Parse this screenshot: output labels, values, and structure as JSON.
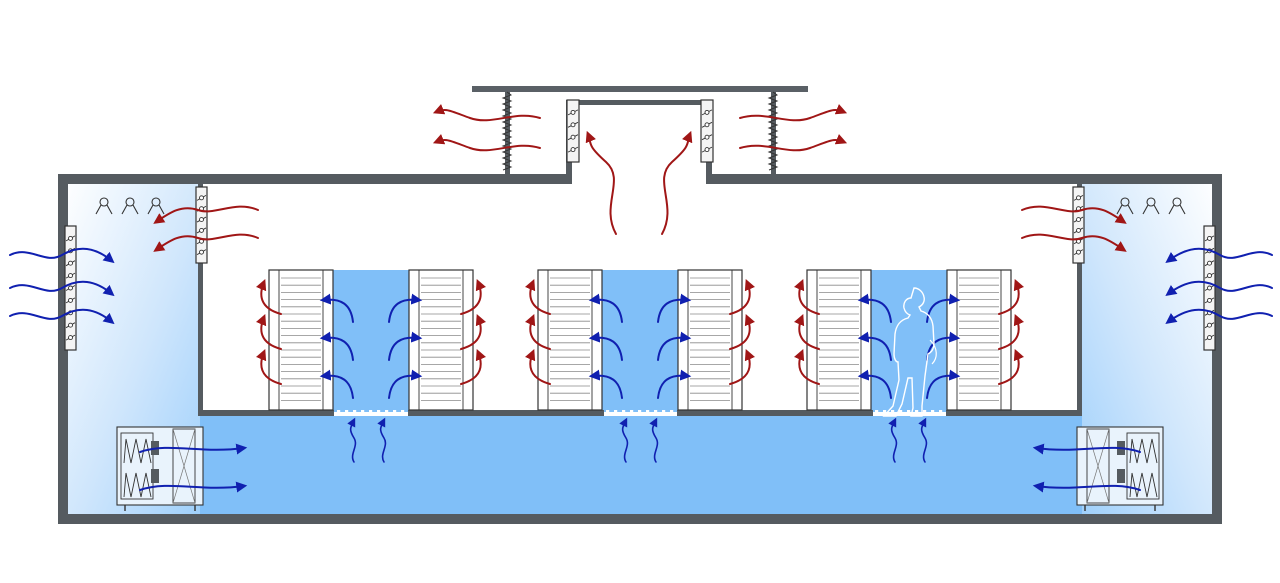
{
  "diagram": {
    "colors": {
      "wall": "#555b60",
      "cold_air": "#80bff8",
      "cold_air_pale": "#e8f4fe",
      "hot_arrow": "#a01616",
      "cold_arrow": "#1020b0",
      "rack_fill": "#ffffff",
      "rack_line": "#333333",
      "roof_plate": "#5a6066",
      "person_outline": "#ffffff"
    },
    "components": [
      {
        "id": "server-rack-row-1",
        "icon": "server-rack-icon"
      },
      {
        "id": "server-rack-row-2",
        "icon": "server-rack-icon"
      },
      {
        "id": "server-rack-row-3",
        "icon": "server-rack-icon"
      },
      {
        "id": "cold-aisle",
        "icon": "cold-aisle-icon"
      },
      {
        "id": "raised-floor-plenum",
        "icon": "underfloor-plenum-icon"
      },
      {
        "id": "perforated-floor-tiles",
        "icon": "floor-grille-icon"
      },
      {
        "id": "crac-unit-left",
        "icon": "crac-unit-icon"
      },
      {
        "id": "crac-unit-right",
        "icon": "crac-unit-icon"
      },
      {
        "id": "intake-louvre-left",
        "icon": "louvre-icon"
      },
      {
        "id": "intake-louvre-right",
        "icon": "louvre-icon"
      },
      {
        "id": "exhaust-louvre-left",
        "icon": "louvre-icon"
      },
      {
        "id": "exhaust-louvre-right",
        "icon": "louvre-icon"
      },
      {
        "id": "roof-exhaust-vent",
        "icon": "roof-vent-icon"
      },
      {
        "id": "filter-symbols-left",
        "icon": "filter-symbol-icon"
      },
      {
        "id": "filter-symbols-right",
        "icon": "filter-symbol-icon"
      },
      {
        "id": "technician",
        "icon": "person-icon"
      }
    ]
  }
}
